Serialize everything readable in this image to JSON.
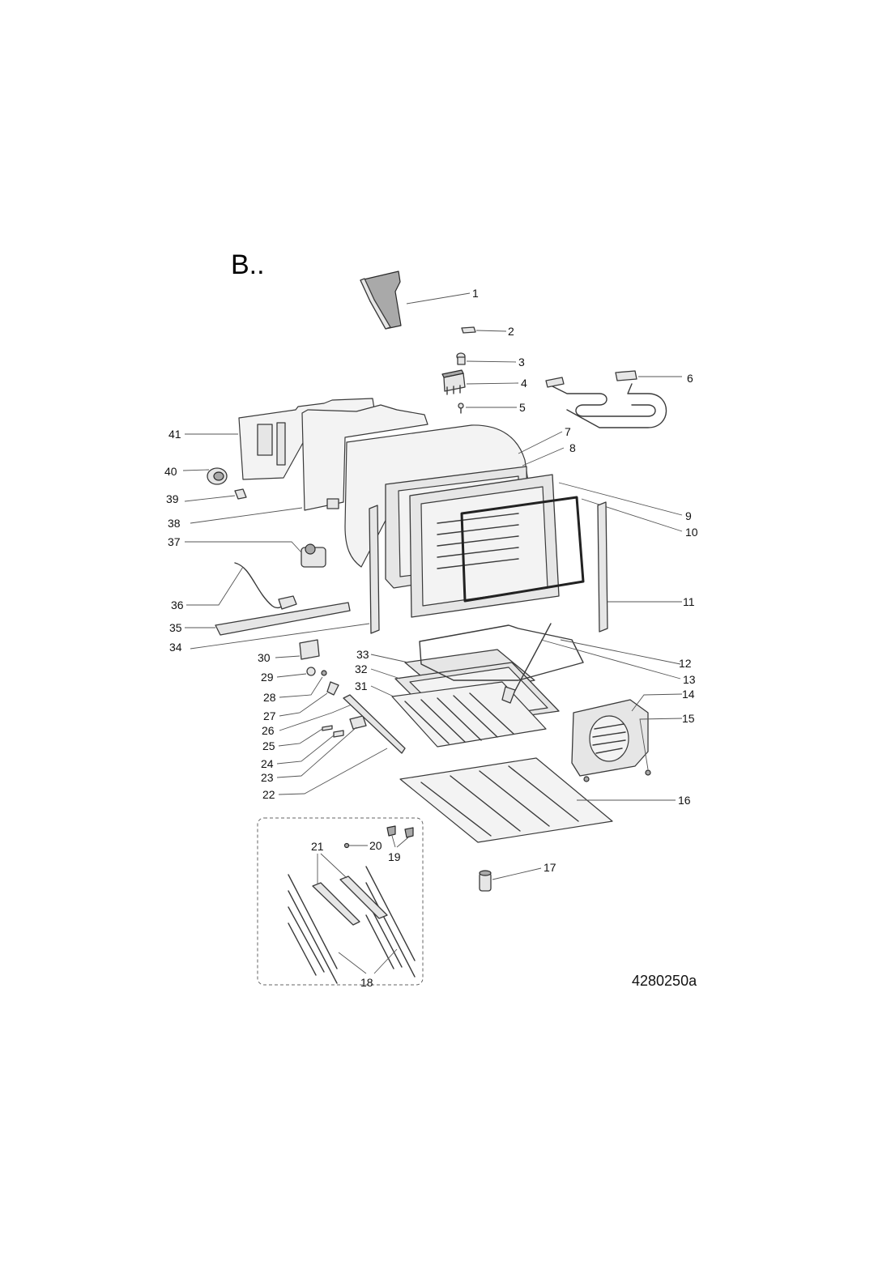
{
  "section_label": "B..",
  "drawing_number": "4280250a",
  "callouts": [
    "1",
    "2",
    "3",
    "4",
    "5",
    "6",
    "7",
    "8",
    "9",
    "10",
    "11",
    "12",
    "13",
    "14",
    "15",
    "16",
    "17",
    "18",
    "19",
    "20",
    "21",
    "22",
    "23",
    "24",
    "25",
    "26",
    "27",
    "28",
    "29",
    "30",
    "31",
    "32",
    "33",
    "34",
    "35",
    "36",
    "37",
    "38",
    "39",
    "40",
    "41"
  ]
}
